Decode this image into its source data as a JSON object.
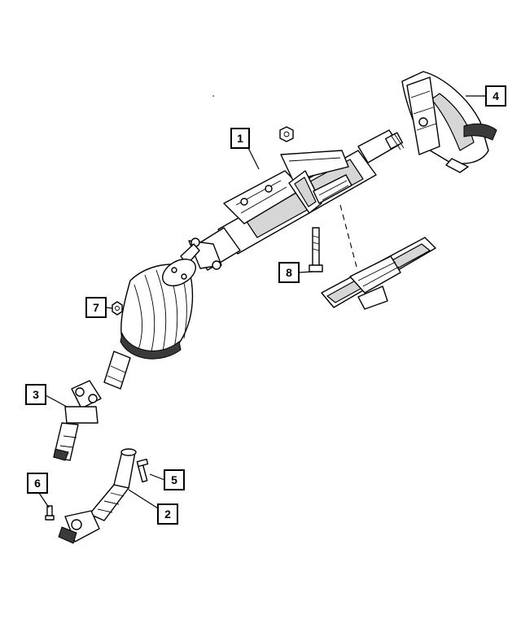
{
  "diagram": {
    "callouts": [
      {
        "id": "1",
        "label": "1"
      },
      {
        "id": "2",
        "label": "2"
      },
      {
        "id": "3",
        "label": "3"
      },
      {
        "id": "4",
        "label": "4"
      },
      {
        "id": "5",
        "label": "5"
      },
      {
        "id": "6",
        "label": "6"
      },
      {
        "id": "7",
        "label": "7"
      },
      {
        "id": "8",
        "label": "8"
      }
    ],
    "parts": [
      {
        "callout": "1",
        "icon": "steering-column-assembly-icon"
      },
      {
        "callout": "2",
        "icon": "intermediate-shaft-icon"
      },
      {
        "callout": "3",
        "icon": "universal-joint-shaft-icon"
      },
      {
        "callout": "4",
        "icon": "column-cover-shroud-icon"
      },
      {
        "callout": "5",
        "icon": "bolt-icon"
      },
      {
        "callout": "6",
        "icon": "pin-bolt-icon"
      },
      {
        "callout": "7",
        "icon": "nut-icon"
      },
      {
        "callout": "8",
        "icon": "mounting-bolt-icon"
      }
    ],
    "colors": {
      "line": "#000000",
      "background": "#ffffff",
      "shade": "#d6d6d6"
    }
  }
}
